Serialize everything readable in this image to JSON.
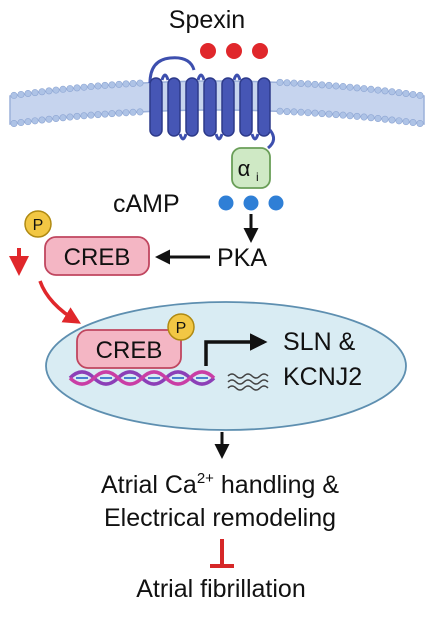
{
  "ligand": {
    "label": "Spexin",
    "dot_color": "#e0272b"
  },
  "receptor": {
    "helix_color": "#3d4fae"
  },
  "g_protein": {
    "label_main": "α",
    "label_sub": "i",
    "fill": "#cfe9c5",
    "stroke": "#6a9e58"
  },
  "camp": {
    "label": "cAMP",
    "dot_color": "#2f7fd6"
  },
  "pka": {
    "label": "PKA"
  },
  "creb_cytoplasm": {
    "label": "CREB",
    "phospho": "P",
    "fill": "#f4b6c4",
    "stroke": "#c0465f"
  },
  "nucleus": {
    "fill": "#d9ecf3",
    "stroke": "#5e8fb0",
    "creb": {
      "label": "CREB",
      "phospho": "P"
    },
    "targets_line1": "SLN &",
    "targets_line2": "KCNJ2"
  },
  "outcome": {
    "line1_prefix": "Atrial Ca",
    "line1_sup": "2+",
    "line1_suffix": " handling &",
    "line2": "Electrical remodeling"
  },
  "result": {
    "label": "Atrial fibrillation",
    "inhibit_color": "#d62728"
  },
  "colors": {
    "phospho_fill": "#f2c744",
    "phospho_stroke": "#b08a12",
    "red_arrow": "#e0272b",
    "membrane": "#aec3e6"
  }
}
